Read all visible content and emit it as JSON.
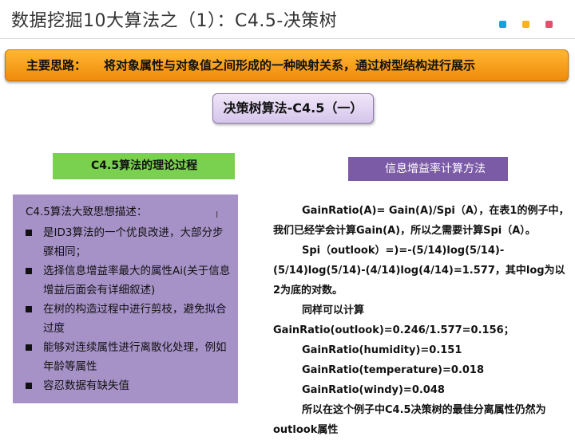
{
  "header": {
    "title": "数据挖掘10大算法之（1）：C4.5-决策树",
    "dot_colors": [
      "#1aa0d8",
      "#f7b418",
      "#e84d6a"
    ]
  },
  "banner": {
    "label": "主要思路：",
    "text": "将对象属性与对象值之间形成的一种映射关系，通过树型结构进行展示"
  },
  "subtitle": "决策树算法-C4.5（一）",
  "left": {
    "heading": "C4.5算法的理论过程",
    "lead": "C4.5算法大致思想描述：",
    "items": [
      "是ID3算法的一个优良改进，大部分步骤相同；",
      "选择信息增益率最大的属性Ai(关于信息增益后面会有详细叙述)",
      "在树的构造过程中进行剪枝，避免拟合过度",
      "能够对连续属性进行离散化处理，例如年龄等属性",
      "容忍数据有缺失值"
    ]
  },
  "right": {
    "heading": "信息增益率计算方法",
    "p1": "GainRatio(A)= Gain(A)/Spi（A），在表1的例子中，我们已经学会计算Gain(A)，所以之需要计算Spi（A）。",
    "p2": "Spi（outlook）=)=-(5/14)log(5/14)-(5/14)log(5/14)-(4/14)log(4/14)=1.577，其中log为以2为底的对数。",
    "p3": "同样可以计算",
    "p4": "GainRatio(outlook)=0.246/1.577=0.156；",
    "p5": "GainRatio(humidity)=0.151",
    "p6": "GainRatio(temperature)=0.018",
    "p7": "GainRatio(windy)=0.048",
    "p8": "所以在这个例子中C4.5决策树的最佳分离属性仍然为outlook属性"
  }
}
